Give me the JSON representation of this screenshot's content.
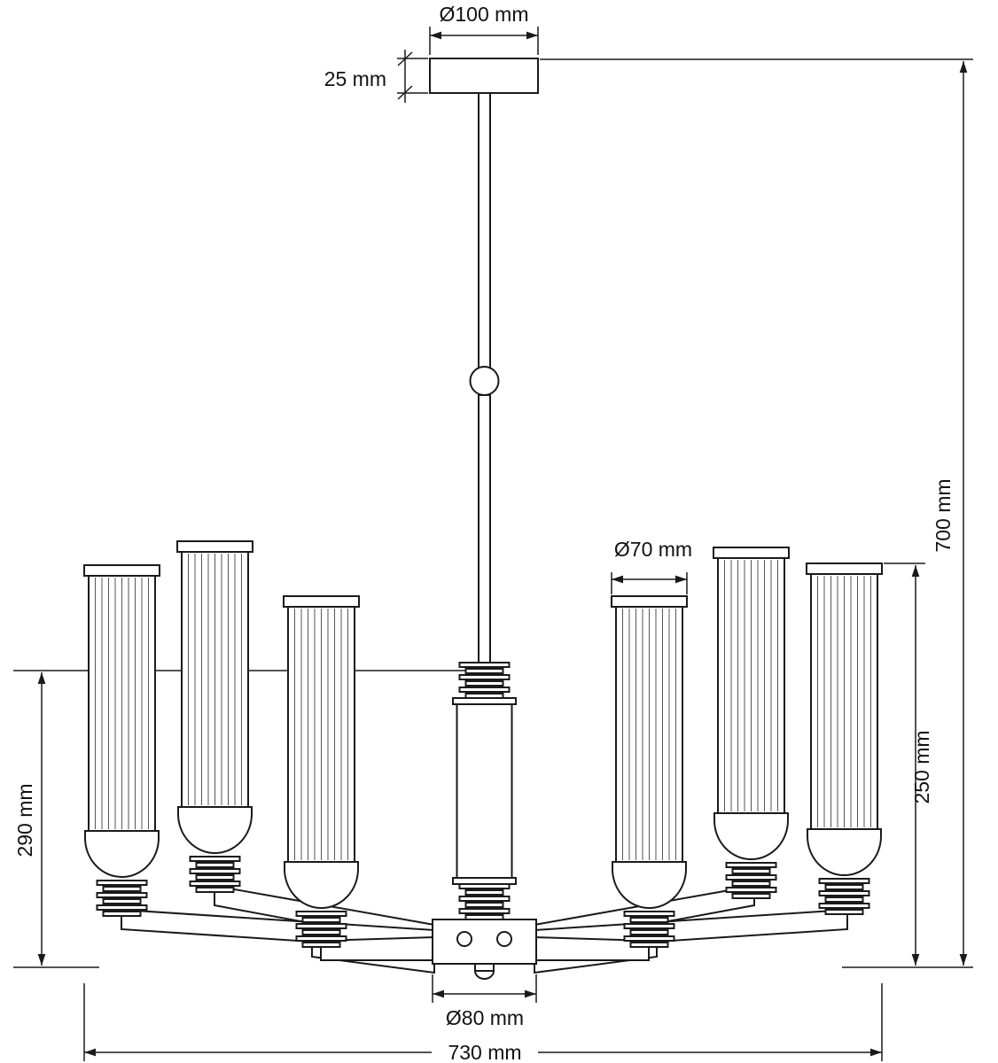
{
  "drawing": {
    "title": "chandelier dimensional drawing",
    "dimensions": {
      "canopy_diameter": "Ø100 mm",
      "canopy_height": "25 mm",
      "overall_height": "700 mm",
      "shade_diameter": "Ø70 mm",
      "shade_height": "250 mm",
      "body_height": "290 mm",
      "hub_diameter": "Ø80 mm",
      "overall_width": "730 mm"
    },
    "colors": {
      "line": "#1a1a1a",
      "cylinder_fill": "#e9e9e9",
      "background": "#ffffff"
    }
  }
}
